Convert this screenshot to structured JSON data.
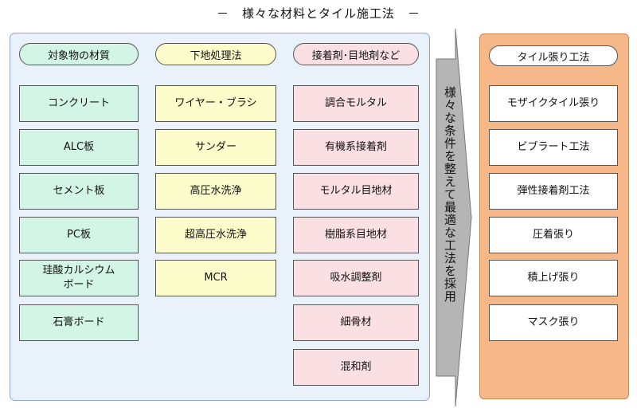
{
  "title": "－　様々な材料とタイル施工法　－",
  "left_panel": {
    "headers": [
      "対象物の材質",
      "下地処理法",
      "接着剤･目地剤など"
    ],
    "materials": [
      "コンクリート",
      "ALC板",
      "セメント板",
      "PC板",
      "珪酸カルシウム\nボード",
      "石膏ボード"
    ],
    "treatments": [
      "ワイヤー・ブラシ",
      "サンダー",
      "高圧水洗浄",
      "超高圧水洗浄",
      "MCR"
    ],
    "adhesives": [
      "調合モルタル",
      "有機系接着剤",
      "モルタル目地材",
      "樹脂系目地材",
      "吸水調整剤",
      "細骨材",
      "混和剤"
    ]
  },
  "arrow": {
    "label": "様々な条件を整えて最適な工法を採用"
  },
  "right_panel": {
    "header": "タイル張り工法",
    "methods": [
      "モザイクタイル張り",
      "ビブラート工法",
      "弾性接着剤工法",
      "圧着張り",
      "積上げ張り",
      "マスク張り"
    ]
  },
  "colors": {
    "left_panel_bg": "#e9f1fa",
    "right_panel_bg": "#f7b889",
    "material_bg": "#d3f5e6",
    "treatment_bg": "#fdfccb",
    "adhesive_bg": "#fadfe3",
    "arrow_fill": "#b5b5b5"
  }
}
